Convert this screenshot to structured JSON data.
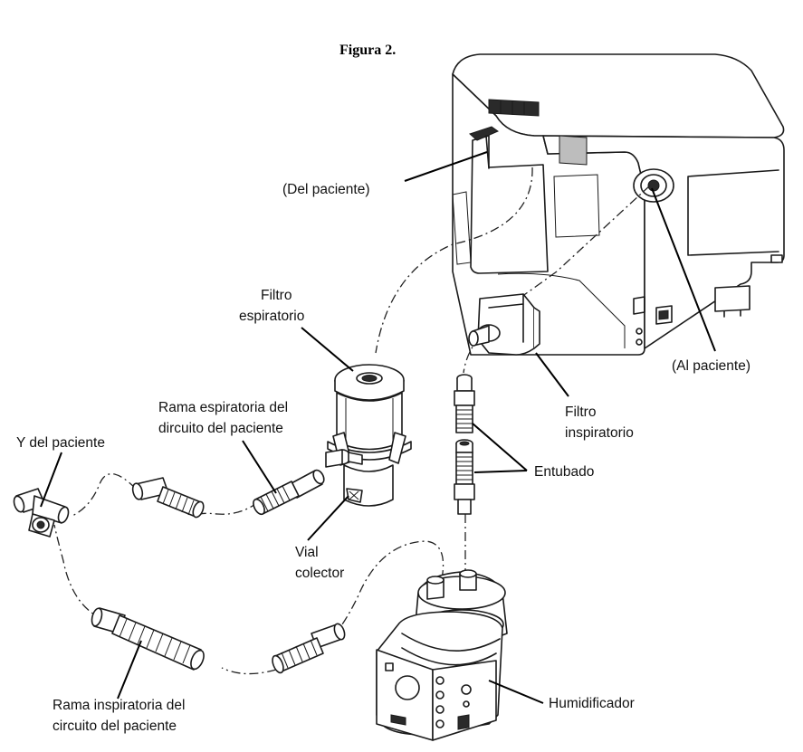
{
  "figure": {
    "title": "Figura 2."
  },
  "labels": {
    "del_paciente": "(Del paciente)",
    "al_paciente": "(Al paciente)",
    "filtro_espiratorio_1": "Filtro",
    "filtro_espiratorio_2": "espiratorio",
    "rama_espiratoria_1": "Rama espiratoria del",
    "rama_espiratoria_2": "dircuito del paciente",
    "y_del_paciente": "Y del paciente",
    "filtro_inspiratorio_1": "Filtro",
    "filtro_inspiratorio_2": "inspiratorio",
    "entubado": "Entubado",
    "vial_colector_1": "Vial",
    "vial_colector_2": "colector",
    "rama_inspiratoria_1": "Rama inspiratoria del",
    "rama_inspiratoria_2": "circuito del paciente",
    "humidificador": "Humidificador"
  }
}
